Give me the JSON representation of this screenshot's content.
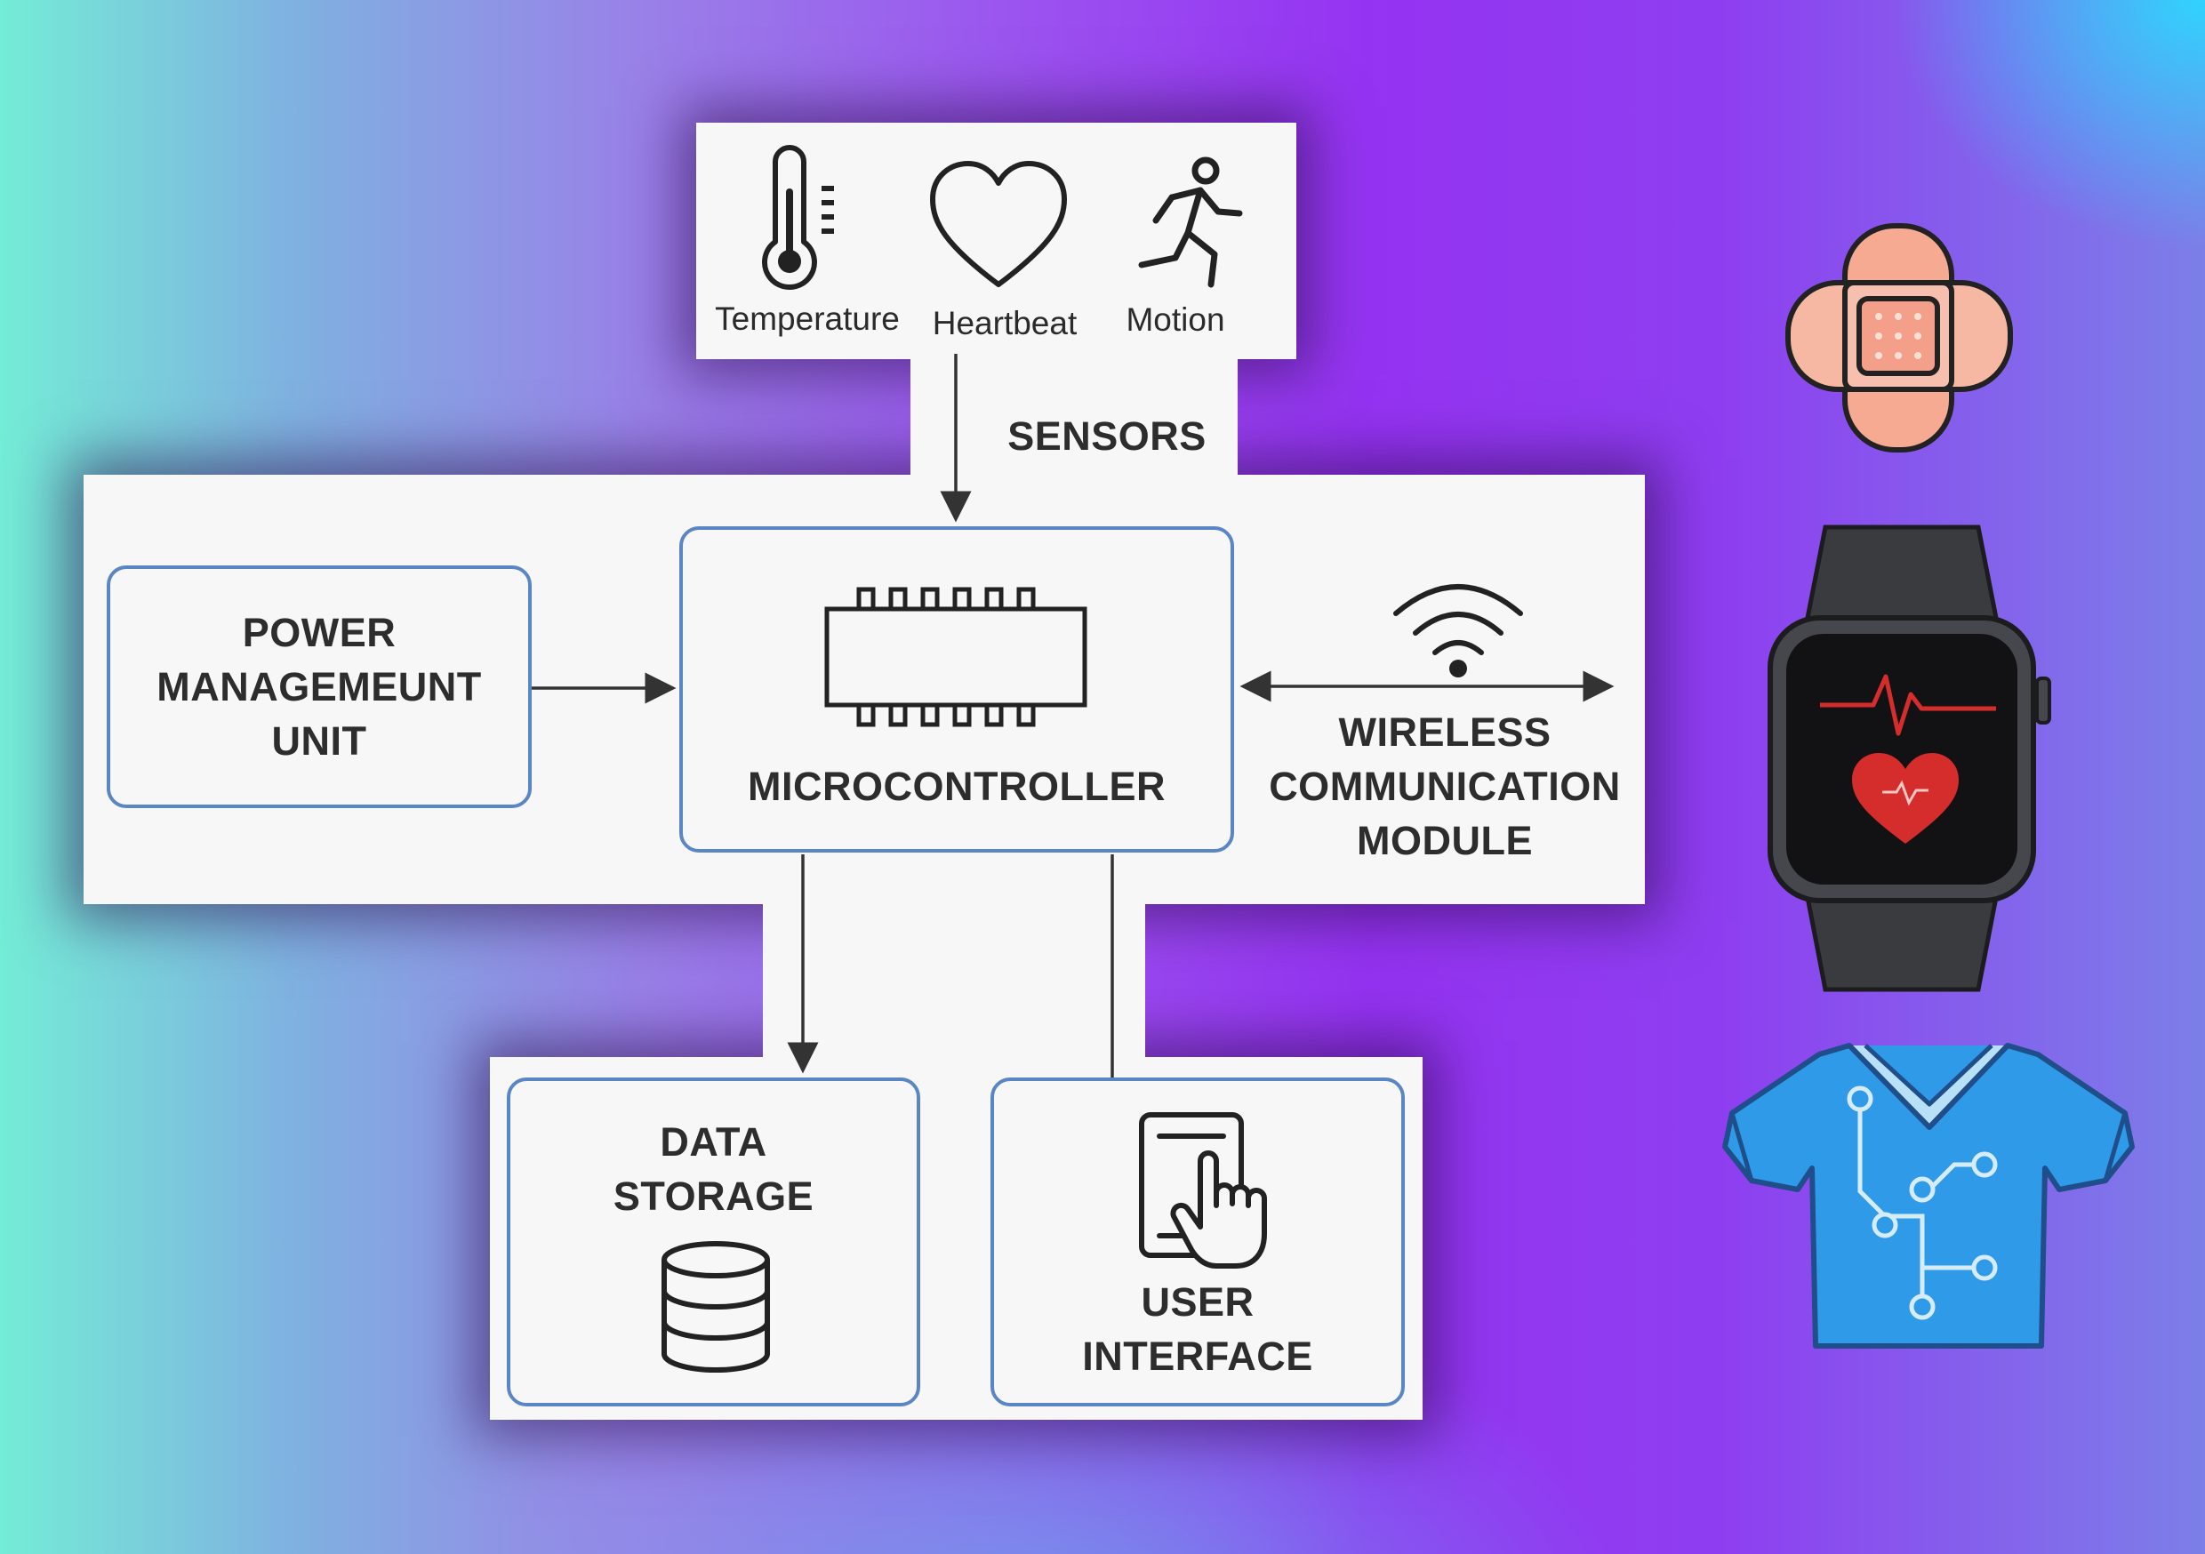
{
  "sensors": {
    "group_label": "SENSORS",
    "items": [
      {
        "label": "Temperature",
        "icon": "thermometer-icon"
      },
      {
        "label": "Heartbeat",
        "icon": "heart-icon"
      },
      {
        "label": "Motion",
        "icon": "running-person-icon"
      }
    ]
  },
  "blocks": {
    "power": {
      "lines": [
        "POWER",
        "MANAGEMEUNT",
        "UNIT"
      ]
    },
    "microcontroller": {
      "label": "MICROCONTROLLER",
      "icon": "chip-icon"
    },
    "wireless": {
      "lines": [
        "WIRELESS",
        "COMMUNICATION",
        "MODULE"
      ],
      "icon": "wifi-icon"
    },
    "storage": {
      "lines": [
        "DATA",
        "STORAGE"
      ],
      "icon": "database-icon"
    },
    "ui": {
      "lines": [
        "USER",
        "INTERFACE"
      ],
      "icon": "touch-tablet-icon"
    }
  },
  "side_icons": [
    "bandage-patch-icon",
    "smartwatch-icon",
    "smart-shirt-icon"
  ],
  "colors": {
    "box_border": "#5b86c4",
    "panel": "#f7f7f8",
    "arrow": "#333333",
    "watch_heart": "#d52c2c",
    "shirt": "#2f9be8",
    "bandage": "#f7b8a3"
  }
}
